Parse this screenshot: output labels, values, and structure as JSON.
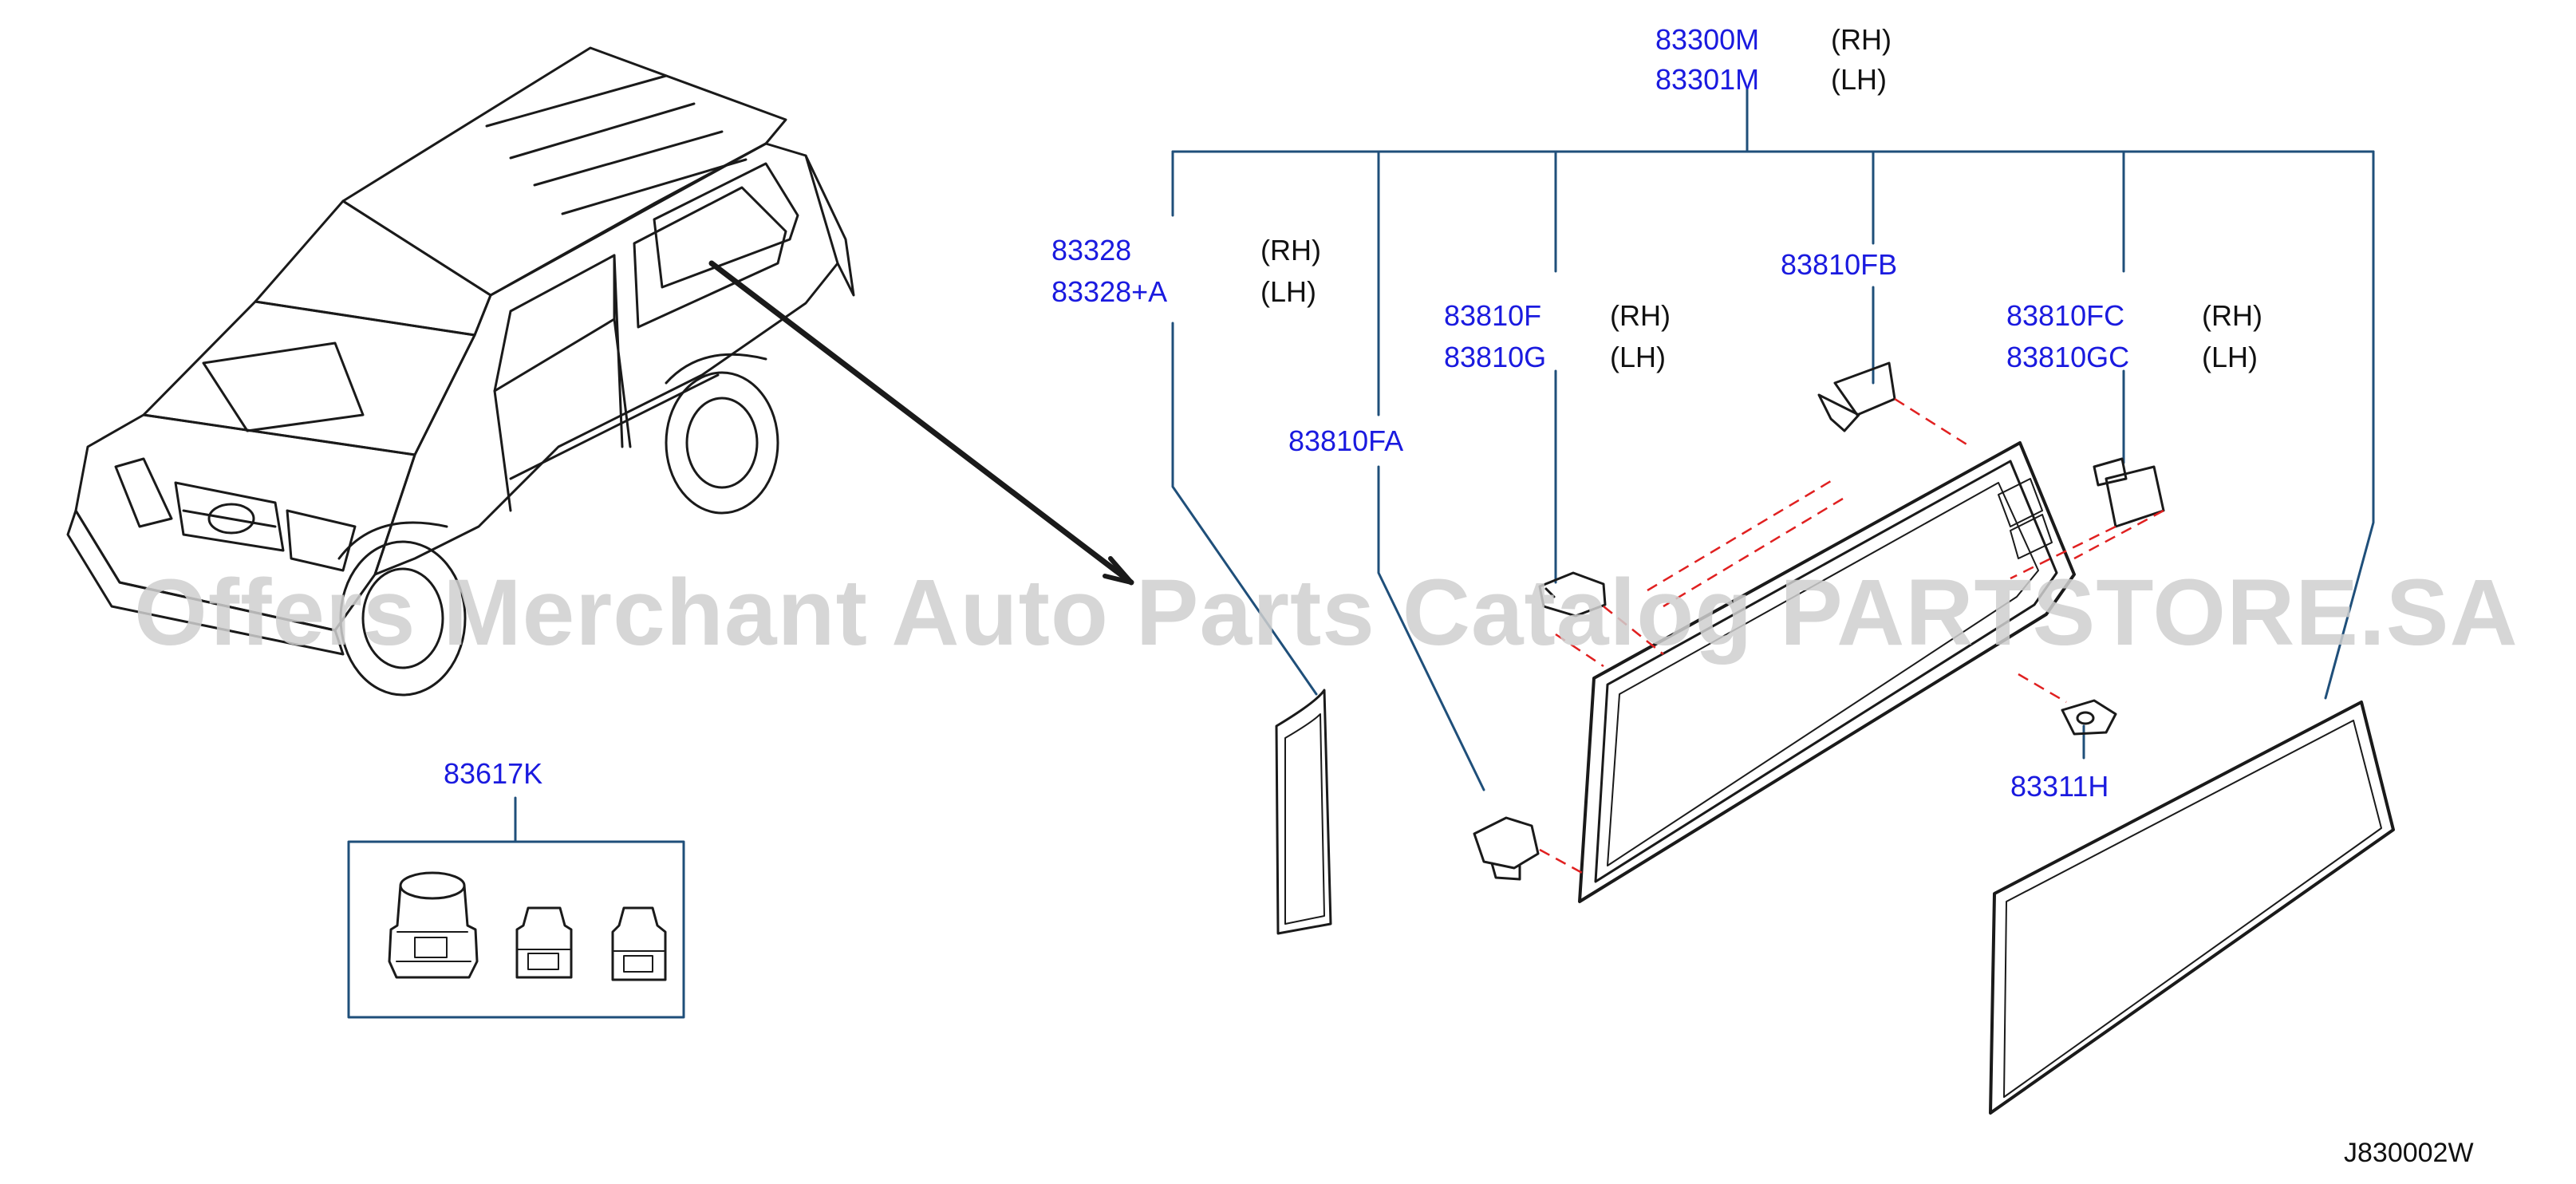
{
  "labels": {
    "p83300M": "83300M",
    "s83300M": "(RH)",
    "p83301M": "83301M",
    "s83301M": "(LH)",
    "p83328": "83328",
    "s83328": "(RH)",
    "p83328A": "83328+A",
    "s83328A": "(LH)",
    "p83810F": "83810F",
    "s83810F": "(RH)",
    "p83810G": "83810G",
    "s83810G": "(LH)",
    "p83810FB": "83810FB",
    "p83810FC": "83810FC",
    "s83810FC": "(RH)",
    "p83810GC": "83810GC",
    "s83810GC": "(LH)",
    "p83810FA": "83810FA",
    "p83311H": "83311H",
    "p83617K": "83617K"
  },
  "diagram_code": "J830002W",
  "watermark": "Offers Merchant Auto Parts Catalog PARTSTORE.SA",
  "colors": {
    "part_number": "#1a1adf",
    "leader_line": "#1f4f7a",
    "outline": "#1a1a1a",
    "dash": "#e02020",
    "watermark": "#cfcfcf"
  }
}
